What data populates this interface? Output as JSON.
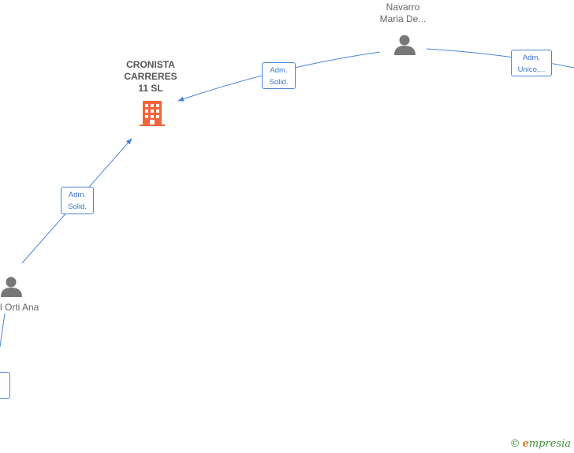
{
  "nodes": {
    "company": {
      "label": "CRONISTA\nCARRERES\n11  SL",
      "icon": "building-icon",
      "color": "#f0653b"
    },
    "person_top": {
      "label": "Navarro\nMaria De...",
      "icon": "person-icon",
      "color": "#777777"
    },
    "person_left": {
      "label": "l Orti Ana",
      "icon": "person-icon",
      "color": "#777777"
    }
  },
  "edges": {
    "top_to_company": {
      "label": "Adm.\nSolid."
    },
    "top_to_right": {
      "label": "Adm.\nUnico,..."
    },
    "left_to_company": {
      "label": "Adm.\nSolid."
    }
  },
  "colors": {
    "edge": "#4a86d8"
  },
  "watermark": {
    "symbol": "©",
    "initial": "e",
    "text": "mpresia"
  }
}
